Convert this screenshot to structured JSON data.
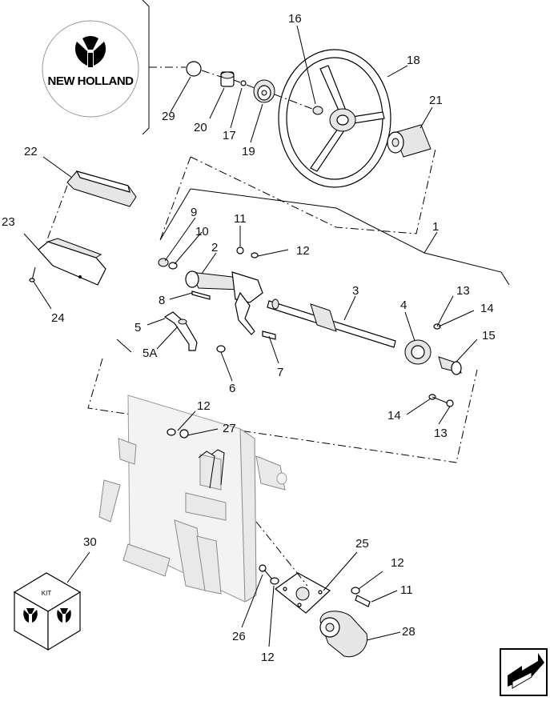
{
  "brand": {
    "logo_text": "NEW HOLLAND",
    "kit_label": "KIT"
  },
  "callouts": [
    {
      "id": "c1",
      "label": "1"
    },
    {
      "id": "c2",
      "label": "2"
    },
    {
      "id": "c3",
      "label": "3"
    },
    {
      "id": "c4",
      "label": "4"
    },
    {
      "id": "c5",
      "label": "5"
    },
    {
      "id": "c5a",
      "label": "5A"
    },
    {
      "id": "c6",
      "label": "6"
    },
    {
      "id": "c7",
      "label": "7"
    },
    {
      "id": "c8",
      "label": "8"
    },
    {
      "id": "c9",
      "label": "9"
    },
    {
      "id": "c10",
      "label": "10"
    },
    {
      "id": "c11a",
      "label": "11"
    },
    {
      "id": "c11b",
      "label": "11"
    },
    {
      "id": "c12a",
      "label": "12"
    },
    {
      "id": "c12b",
      "label": "12"
    },
    {
      "id": "c12c",
      "label": "12"
    },
    {
      "id": "c12d",
      "label": "12"
    },
    {
      "id": "c13a",
      "label": "13"
    },
    {
      "id": "c13b",
      "label": "13"
    },
    {
      "id": "c14a",
      "label": "14"
    },
    {
      "id": "c14b",
      "label": "14"
    },
    {
      "id": "c15",
      "label": "15"
    },
    {
      "id": "c16",
      "label": "16"
    },
    {
      "id": "c17",
      "label": "17"
    },
    {
      "id": "c18",
      "label": "18"
    },
    {
      "id": "c19",
      "label": "19"
    },
    {
      "id": "c20",
      "label": "20"
    },
    {
      "id": "c21",
      "label": "21"
    },
    {
      "id": "c22",
      "label": "22"
    },
    {
      "id": "c23",
      "label": "23"
    },
    {
      "id": "c24",
      "label": "24"
    },
    {
      "id": "c25",
      "label": "25"
    },
    {
      "id": "c26",
      "label": "26"
    },
    {
      "id": "c27",
      "label": "27"
    },
    {
      "id": "c28",
      "label": "28"
    },
    {
      "id": "c29",
      "label": "29"
    },
    {
      "id": "c30",
      "label": "30"
    }
  ],
  "icons": {
    "nav": "next-page-arrow-icon",
    "logo": "new-holland-leaf-icon"
  }
}
